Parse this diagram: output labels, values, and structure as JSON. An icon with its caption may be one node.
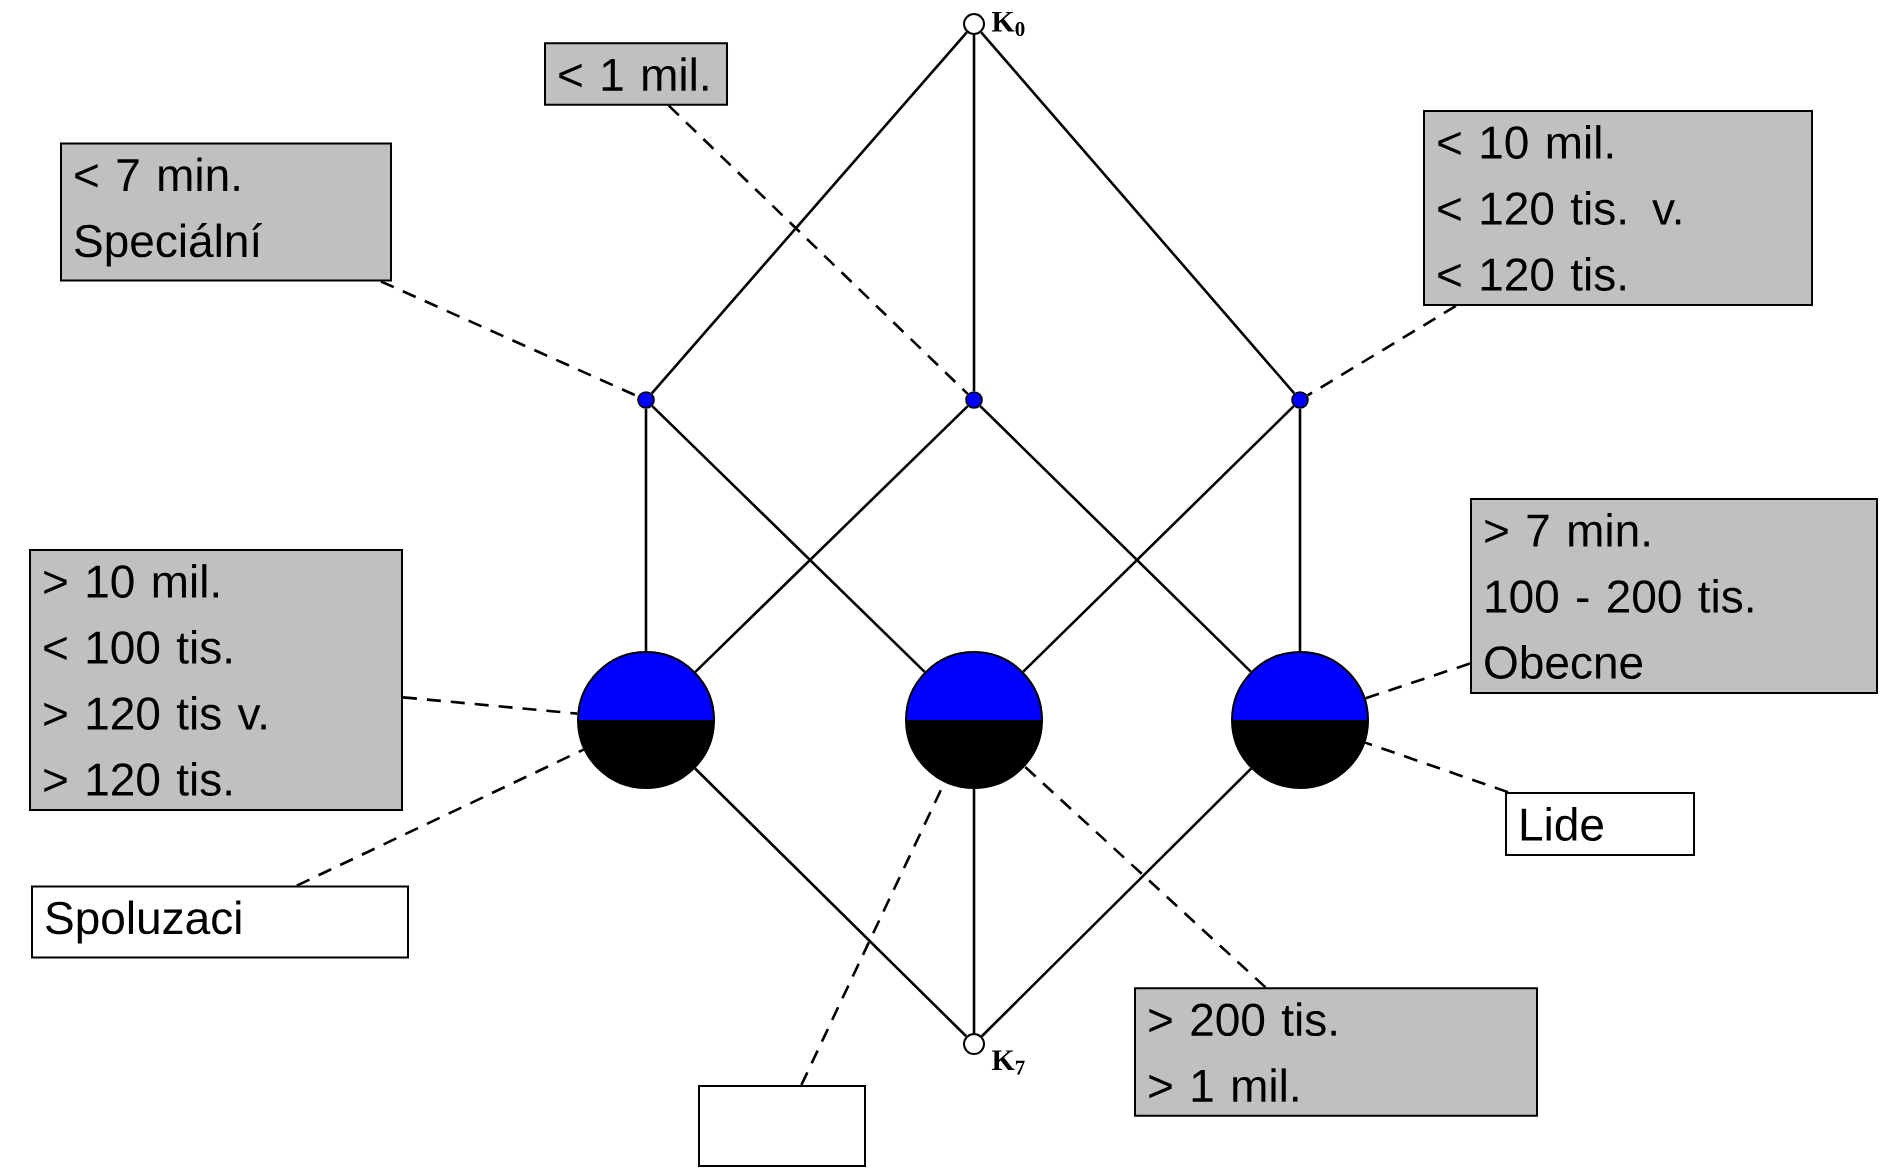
{
  "diagram": {
    "nodes": [
      {
        "text": [
          "< 1 mil."
        ]
      },
      {
        "text": [],
        "shape": "circle",
        "beside": [
          "K$_{0}$"
        ]
      },
      {
        "text": [
          "< 7 min.",
          "Speciální"
        ]
      },
      {
        "text": [
          "< 10 mil.",
          "< 120 tis. v.",
          "< 120 tis."
        ]
      },
      {
        "text": [],
        "shape": "circle"
      },
      {
        "text": [],
        "shape": "circle"
      },
      {
        "text": [],
        "shape": "circle"
      },
      {
        "text": [
          "> 10 mil.",
          "< 100 tis.",
          "> 120 tis v.",
          "> 120 tis."
        ]
      },
      {
        "text": [
          "> 7 min.",
          "100 - 200 tis.",
          "Obecne"
        ]
      },
      {
        "text": [],
        "shape": "circle"
      },
      {
        "text": [],
        "shape": "circle"
      },
      {
        "text": [],
        "shape": "circle"
      },
      {
        "text": [
          "Lide"
        ]
      },
      {
        "text": [
          "Spoluzaci"
        ]
      },
      {
        "text": [
          "> 200 tis.",
          "> 1 mil."
        ]
      },
      {
        "text": [],
        "shape": "box"
      },
      {
        "text": [],
        "shape": "circle",
        "beside": [
          "K$_{7}$"
        ]
      }
    ],
    "edges": [
      {
        "from": 1,
        "to": 4,
        "arrow": "none"
      },
      {
        "from": 1,
        "to": 5,
        "arrow": "none"
      },
      {
        "from": 1,
        "to": 6,
        "arrow": "none"
      },
      {
        "from": 4,
        "to": 9,
        "arrow": "none"
      },
      {
        "from": 4,
        "to": 10,
        "arrow": "none"
      },
      {
        "from": 5,
        "to": 9,
        "arrow": "none"
      },
      {
        "from": 5,
        "to": 11,
        "arrow": "none"
      },
      {
        "from": 6,
        "to": 10,
        "arrow": "none"
      },
      {
        "from": 6,
        "to": 11,
        "arrow": "none"
      },
      {
        "from": 9,
        "to": 16,
        "arrow": "none"
      },
      {
        "from": 10,
        "to": 16,
        "arrow": "none"
      },
      {
        "from": 11,
        "to": 16,
        "arrow": "none"
      },
      {
        "from": 0,
        "to": 5,
        "arrow": "none",
        "style": "dashed"
      },
      {
        "from": 2,
        "to": 4,
        "arrow": "none",
        "style": "dashed"
      },
      {
        "from": 3,
        "to": 6,
        "arrow": "none",
        "style": "dashed"
      },
      {
        "from": 7,
        "to": 9,
        "arrow": "none",
        "style": "dashed"
      },
      {
        "from": 13,
        "to": 9,
        "arrow": "none",
        "style": "dashed"
      },
      {
        "from": 8,
        "to": 11,
        "arrow": "none",
        "style": "dashed"
      },
      {
        "from": 12,
        "to": 11,
        "arrow": "none",
        "style": "dashed"
      },
      {
        "from": 15,
        "to": 10,
        "arrow": "none",
        "style": "dashed"
      },
      {
        "from": 14,
        "to": 10,
        "arrow": "none",
        "style": "dashed"
      }
    ]
  }
}
